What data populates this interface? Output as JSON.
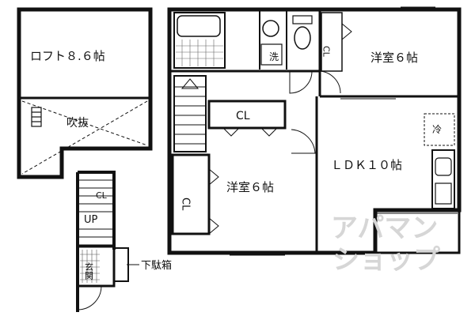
{
  "floor_plan": {
    "loft": {
      "label": "ロフト８.６帖"
    },
    "void": {
      "label": "吹抜"
    },
    "entrance": {
      "label": "玄関",
      "stair_label": "UP",
      "stair_closet_label": "CL"
    },
    "shoe_box": {
      "label": "下駄箱"
    },
    "washroom": {
      "label": "洗"
    },
    "closet_upper": {
      "label": "CL"
    },
    "closet_middle": {
      "label": "CL"
    },
    "closet_left": {
      "label": "CL"
    },
    "bedroom_1": {
      "label": "洋室６帖"
    },
    "bedroom_2": {
      "label": "洋室６帖"
    },
    "ldk": {
      "label": "ＬＤＫ１０帖"
    },
    "fridge": {
      "label": "冷"
    }
  },
  "watermark": {
    "line1": "アパマン",
    "line2": "ショップ"
  }
}
